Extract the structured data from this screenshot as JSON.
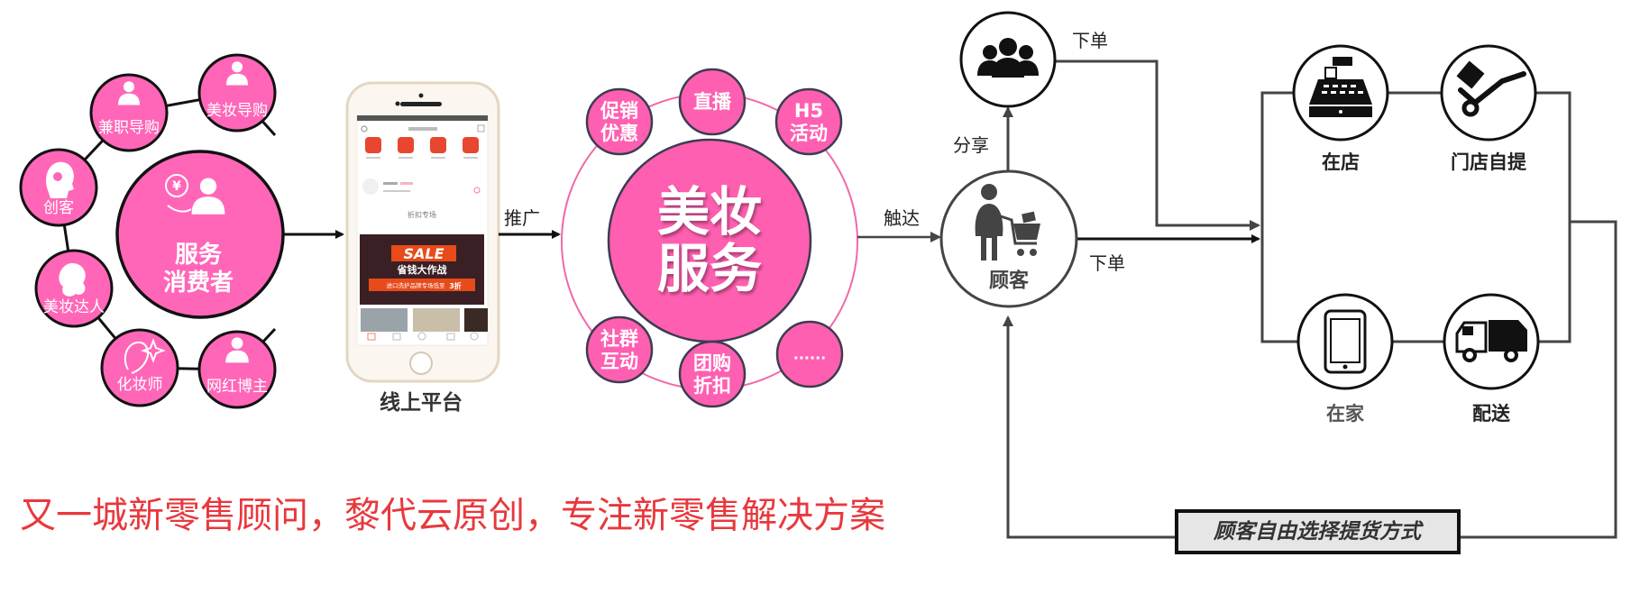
{
  "left": {
    "center_lines": [
      "服务",
      "消费者"
    ],
    "roles": [
      {
        "label": "美妆导购"
      },
      {
        "label": "兼职导购"
      },
      {
        "label": "创客"
      },
      {
        "label": "美妆达人"
      },
      {
        "label": "化妆师"
      },
      {
        "label": "网红博主"
      }
    ]
  },
  "phone": {
    "label": "线上平台",
    "section_title": "折扣专场",
    "banner_sale": "SALE",
    "banner_title": "省钱大作战",
    "banner_sub": "进口洗护品牌专场低至",
    "banner_discount": "3折"
  },
  "arrows": {
    "promote": "推广",
    "reach": "触达",
    "share": "分享",
    "order_top": "下单",
    "order_main": "下单"
  },
  "middle": {
    "center_lines": [
      "美妆",
      "服务"
    ],
    "satellites": [
      {
        "lines": [
          "促销",
          "优惠"
        ]
      },
      {
        "lines": [
          "直播"
        ]
      },
      {
        "lines": [
          "H5",
          "活动"
        ]
      },
      {
        "lines": [
          "社群",
          "互动"
        ]
      },
      {
        "lines": [
          "团购",
          "折扣"
        ]
      },
      {
        "lines": [
          "......"
        ]
      }
    ]
  },
  "right": {
    "customer": "顾客",
    "options": [
      {
        "label": "在店",
        "icon": "cash-register-icon"
      },
      {
        "label": "门店自提",
        "icon": "hand-truck-icon"
      },
      {
        "label": "在家",
        "icon": "smartphone-icon"
      },
      {
        "label": "配送",
        "icon": "delivery-truck-icon"
      }
    ],
    "choice_box": "顾客自由选择提货方式"
  },
  "footer": "又一城新零售顾问，黎代云原创，专注新零售解决方案",
  "colors": {
    "pink": "#ff66b8",
    "ring": "#f06aa8",
    "red": "#e8383d",
    "dark": "#444444"
  }
}
